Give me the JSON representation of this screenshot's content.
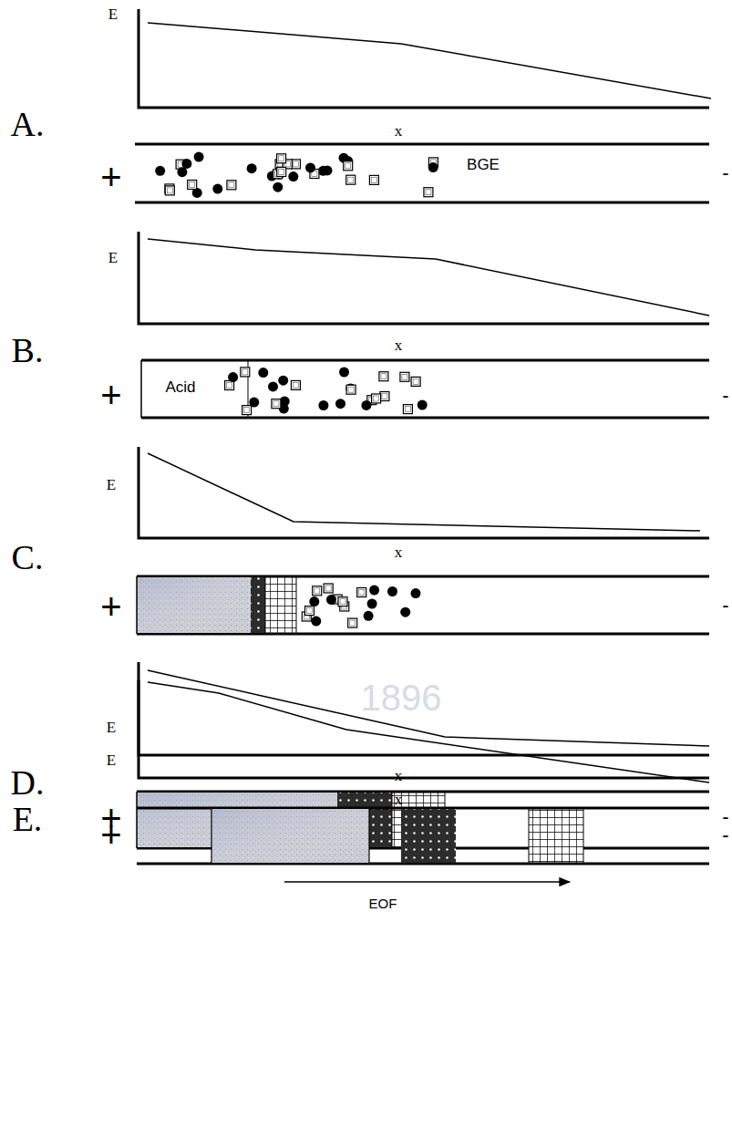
{
  "diagram": {
    "labels": [
      "E",
      "A.",
      "x",
      "+",
      "BGE",
      "-",
      "E",
      "B.",
      "x",
      "+",
      "Acid",
      "-",
      "E",
      "C.",
      "x",
      "+",
      "-",
      "E",
      "D.",
      "x",
      "+",
      "-",
      "E",
      "E.",
      "x",
      "+",
      "-",
      "EOF",
      "1896"
    ]
  }
}
